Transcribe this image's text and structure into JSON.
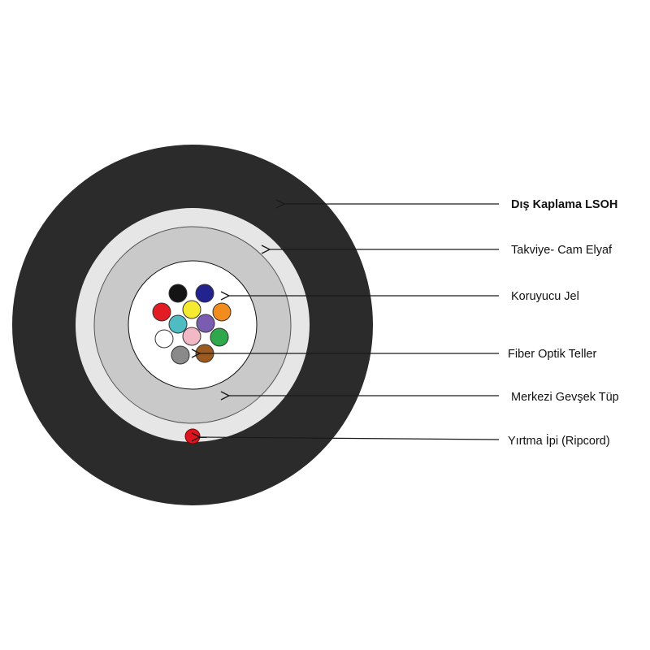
{
  "labels": {
    "outer_jacket": "Dış Kaplama LSOH",
    "strength_member": "Takviye- Cam Elyaf",
    "protective_gel": "Koruyucu Jel",
    "fiber_strands": "Fiber Optik Teller",
    "central_loose_tube": "Merkezi Gevşek Tüp",
    "ripcord": "Yırtma İpi (Ripcord)"
  },
  "colors": {
    "outer_jacket": "#2b2b2b",
    "ring_light": "#e6e6e6",
    "ring_mid": "#c9c9c9",
    "gel": "#ffffff",
    "ripcord": "#e0141e",
    "arrow": "#1a1a1a",
    "fibers": [
      "#141414",
      "#23238e",
      "#e31b23",
      "#f4ea30",
      "#7a5cb0",
      "#f28c1e",
      "#4fbcc4",
      "#f2b8c6",
      "#ffffff",
      "#2ea84a",
      "#8a8a8a",
      "#9c5a1e"
    ]
  },
  "fiber_count": 12
}
